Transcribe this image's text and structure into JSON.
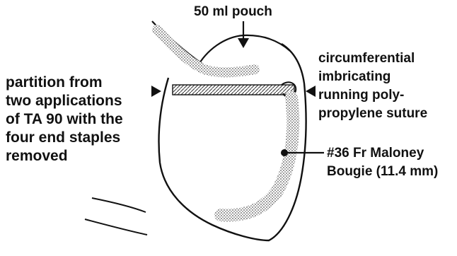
{
  "figure": {
    "labels": {
      "pouch": "50 ml pouch",
      "suture": "circumferential\nimbricating\nrunning poly-\npropylene suture",
      "partition": "partition from\ntwo applications\nof TA 90 with the\nfour end staples\nremoved",
      "bougie": "#36 Fr Maloney\nBougie (11.4 mm)"
    }
  }
}
